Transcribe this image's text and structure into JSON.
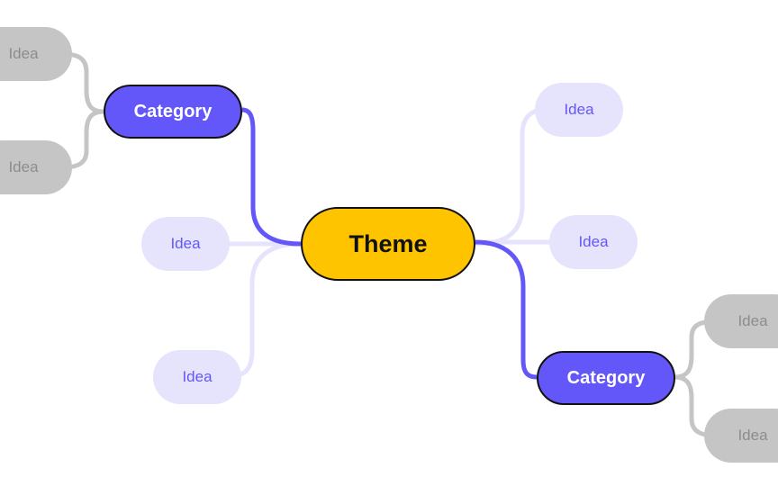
{
  "theme": {
    "label": "Theme"
  },
  "categories": [
    {
      "label": "Category"
    },
    {
      "label": "Category"
    }
  ],
  "ideas": [
    {
      "label": "Idea"
    },
    {
      "label": "Idea"
    },
    {
      "label": "Idea"
    },
    {
      "label": "Idea"
    }
  ],
  "sub_ideas": [
    {
      "label": "Idea"
    },
    {
      "label": "Idea"
    },
    {
      "label": "Idea"
    },
    {
      "label": "Idea"
    }
  ],
  "colors": {
    "theme_fill": "#ffc400",
    "category_fill": "#6457f9",
    "idea_fill": "#e6e4fc",
    "idea_text": "#6457f9",
    "sub_idea_fill": "#c5c5c5",
    "sub_idea_text": "#8d8d8d",
    "outline": "#111111"
  }
}
